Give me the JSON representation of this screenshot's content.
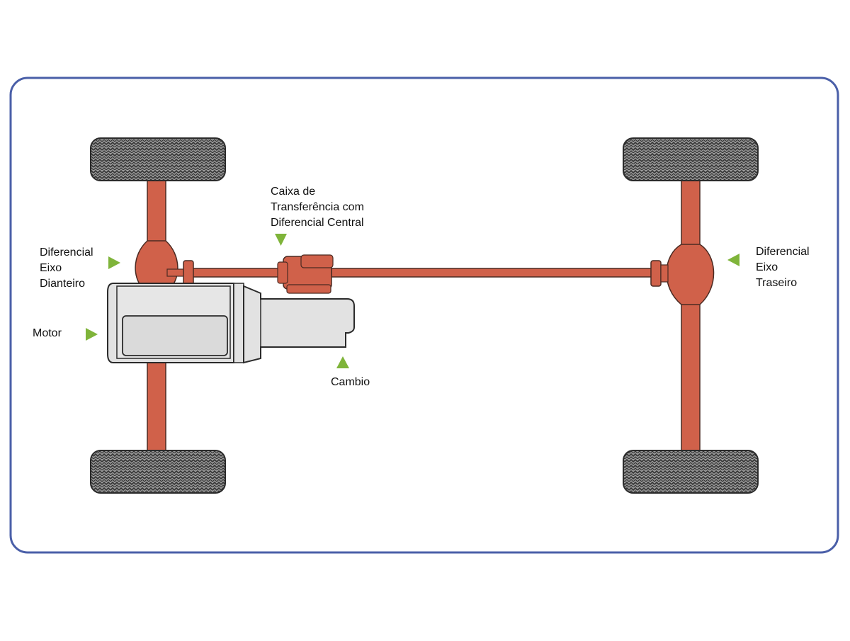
{
  "colors": {
    "axle": "#d0614a",
    "axle_stroke": "#4a2a22",
    "tire": "#8a8a8a",
    "tire_dark": "#2b2b2b",
    "engine": "#e2e2e2",
    "frame": "#4a5fa8",
    "arrow": "#7fb43a"
  },
  "labels": {
    "transfer_case": [
      "Caixa de",
      "Transferência com",
      "Diferencial Central"
    ],
    "front_diff": [
      "Diferencial",
      "Eixo",
      "Dianteiro"
    ],
    "rear_diff": [
      "Diferencial",
      "Eixo",
      "Traseiro"
    ],
    "motor": "Motor",
    "gearbox": "Cambio"
  }
}
